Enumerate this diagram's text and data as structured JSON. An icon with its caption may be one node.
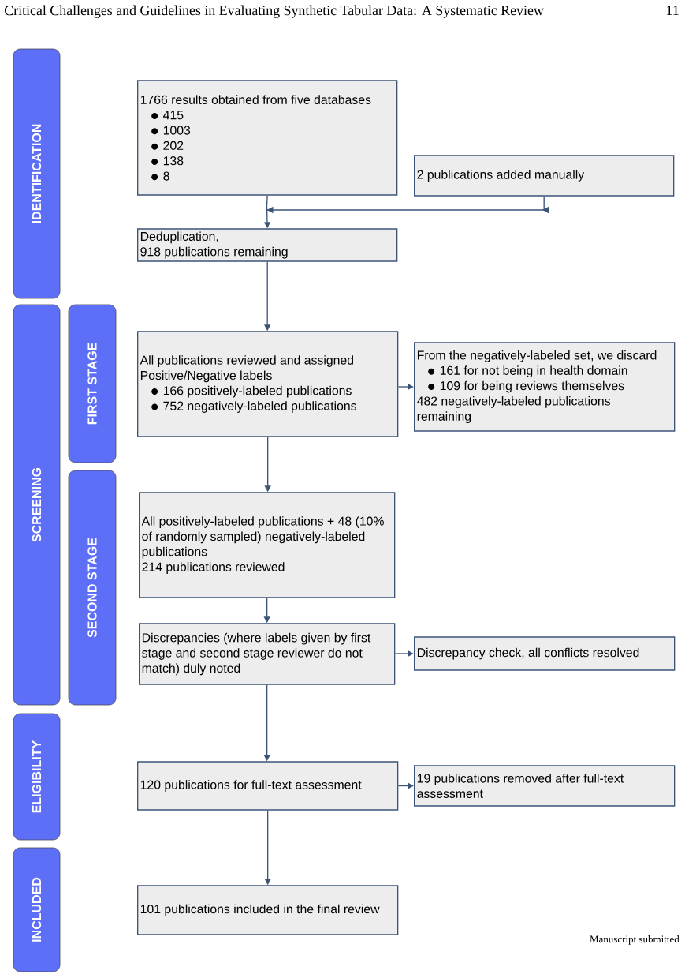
{
  "diagram": {
    "nodes": [
      {
        "text": [
          "IDENTIFICATION"
        ]
      },
      {
        "text": [
          "SCREENING"
        ]
      },
      {
        "text": [
          "FIRST STAGE"
        ]
      },
      {
        "text": [
          "SECOND STAGE"
        ]
      },
      {
        "text": [
          "ELIGIBILITY"
        ]
      },
      {
        "text": [
          "INCLUDED"
        ]
      },
      {
        "text": [
          "1766 results obtained from five databases",
          "415",
          "1003",
          "202",
          "138",
          "8"
        ]
      },
      {
        "text": [
          "2 publications added manually"
        ]
      },
      {
        "text": [
          "Deduplication,",
          "918 publications remaining"
        ]
      },
      {
        "text": [
          "All publications reviewed and assigned Positive/Negative labels",
          "166 positively-labeled publications",
          "752 negatively-labeled publications"
        ]
      },
      {
        "text": [
          "From the negatively-labeled set, we discard",
          "161 for not being in health domain",
          "109 for being reviews themselves",
          "482 negatively-labeled publications remaining"
        ]
      },
      {
        "text": [
          "All positively-labeled publications + 48 (10% of randomly sampled) negatively-labeled publications",
          "214 publications reviewed"
        ]
      },
      {
        "text": [
          "Discrepancies (where labels given by first stage and second stage reviewer do not match) duly noted"
        ]
      },
      {
        "text": [
          "Discrepancy check, all conflicts resolved"
        ]
      },
      {
        "text": [
          "120 publications for full-text assessment"
        ]
      },
      {
        "text": [
          "19 publications removed after full-text assessment"
        ]
      },
      {
        "text": [
          "101 publications included in the final review"
        ]
      }
    ],
    "edges": [
      {
        "from": 6,
        "to": 8,
        "arrow": "to"
      },
      {
        "from": 7,
        "to": 8,
        "arrow": "to"
      },
      {
        "from": 8,
        "to": 9,
        "arrow": "to"
      },
      {
        "from": 9,
        "to": 10,
        "arrow": "to"
      },
      {
        "from": 9,
        "to": 11,
        "arrow": "to"
      },
      {
        "from": 11,
        "to": 12,
        "arrow": "to"
      },
      {
        "from": 12,
        "to": 13,
        "arrow": "to"
      },
      {
        "from": 12,
        "to": 14,
        "arrow": "to"
      },
      {
        "from": 14,
        "to": 15,
        "arrow": "to"
      },
      {
        "from": 14,
        "to": 16,
        "arrow": "to"
      }
    ],
    "labels": [
      "Critical Challenges and Guidelines in Evaluating Synthetic Tabular Data: A Systematic Review",
      "11",
      "Manuscript submitted"
    ]
  }
}
